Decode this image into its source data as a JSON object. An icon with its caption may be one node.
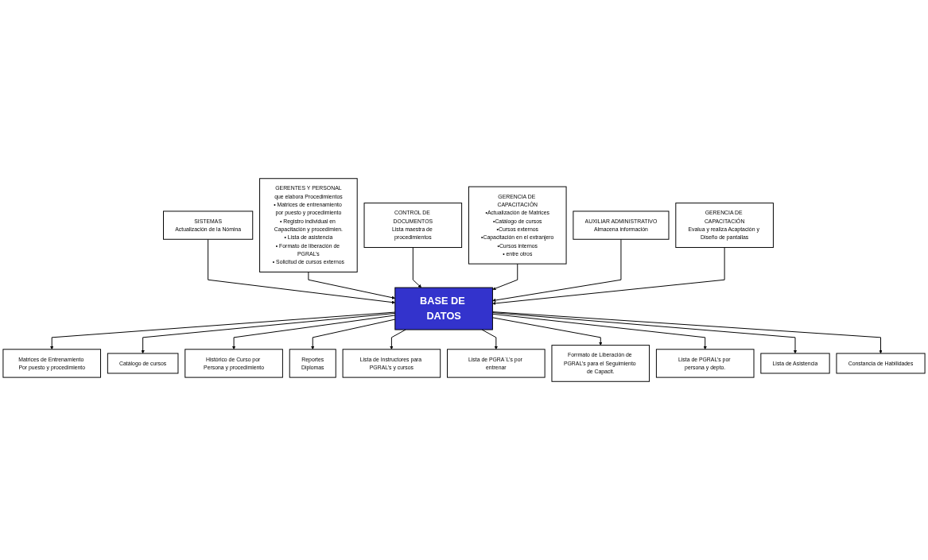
{
  "diagram": {
    "nodes": [
      {
        "text": [
          "SISTEMAS",
          "Actualización de la Nómina"
        ]
      },
      {
        "text": [
          "GERENTES Y PERSONAL",
          "que elabora Procedimientos",
          "• Matrices de entrenamiento por puesto y procedimiento",
          "• Registro individual en Capacitación y procedimien.",
          "• Lista de asistencia",
          "• Formato de liberación de PGRAL’s",
          "• Solicitud de cursos externos"
        ]
      },
      {
        "text": [
          "CONTROL DE DOCUMENTOS",
          "Lista maestra de procedimientos"
        ]
      },
      {
        "text": [
          "GERENCIA DE CAPACITACIÓN",
          "•Actualización de Matrices",
          "•Catálogo de cursos",
          "•Cursos externos",
          "•Capacitación en el extranjero",
          "•Cursos internos",
          "• entre otros"
        ]
      },
      {
        "text": [
          "AUXILIAR ADMINISTRATIVO",
          "Almacena información"
        ]
      },
      {
        "text": [
          "BASE DE DATOS"
        ]
      },
      {
        "text": [
          "GERENCIA DE CAPACITACIÓN",
          "Evalua y realiza Acaptación y Diseño de pantallas"
        ]
      },
      {
        "text": [
          "Matrices de Entrenamiento Por puesto y procedimiento"
        ]
      },
      {
        "text": [
          "Catálogo de cursos"
        ]
      },
      {
        "text": [
          "Histórico de Curso por Persona y procedimiento"
        ]
      },
      {
        "text": [
          "Reportes",
          "Diplomas"
        ]
      },
      {
        "text": [
          "Lista de Instructores para PGRAL’s y cursos"
        ]
      },
      {
        "text": [
          "Lista de PGRA´L’s por entrenar"
        ]
      },
      {
        "text": [
          "Forrmato de Liberación de PGRAL’s para el Seguimiento de Capacit."
        ]
      },
      {
        "text": [
          "Lista de PGRAL’s por persona y depto."
        ]
      },
      {
        "text": [
          "Lista de Asistencia"
        ]
      },
      {
        "text": [
          "Constancia de Habilidades"
        ]
      }
    ],
    "edges": [
      {
        "from": 0,
        "to": 5,
        "arrow": "to"
      },
      {
        "from": 1,
        "to": 5,
        "arrow": "to"
      },
      {
        "from": 2,
        "to": 5,
        "arrow": "to"
      },
      {
        "from": 3,
        "to": 5,
        "arrow": "to"
      },
      {
        "from": 4,
        "to": 5,
        "arrow": "to"
      },
      {
        "from": 6,
        "to": 5,
        "arrow": "to"
      },
      {
        "from": 5,
        "to": 7,
        "arrow": "to"
      },
      {
        "from": 5,
        "to": 8,
        "arrow": "to"
      },
      {
        "from": 5,
        "to": 9,
        "arrow": "to"
      },
      {
        "from": 5,
        "to": 10,
        "arrow": "to"
      },
      {
        "from": 5,
        "to": 11,
        "arrow": "to"
      },
      {
        "from": 5,
        "to": 12,
        "arrow": "to"
      },
      {
        "from": 5,
        "to": 13,
        "arrow": "to"
      },
      {
        "from": 5,
        "to": 14,
        "arrow": "to"
      },
      {
        "from": 5,
        "to": 15,
        "arrow": "to"
      },
      {
        "from": 5,
        "to": 16,
        "arrow": "to"
      }
    ]
  }
}
